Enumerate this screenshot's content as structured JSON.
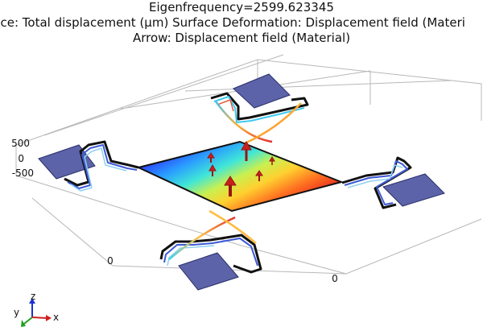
{
  "header": {
    "line1": "Eigenfrequency=2599.623345",
    "line2": "face: Total displacement (μm)   Surface Deformation: Displacement field (Materi",
    "line3": "Arrow: Displacement field (Material)"
  },
  "axes": {
    "z_ticks": [
      "500",
      "0",
      "-500"
    ],
    "x_tick": "0",
    "y_tick": "0",
    "triad_labels": {
      "z": "z",
      "y": "y",
      "x": "x"
    }
  },
  "colors": {
    "pad_fill": "#5c63a8",
    "frame_stroke": "#111111",
    "arrow": "#c8201e"
  }
}
